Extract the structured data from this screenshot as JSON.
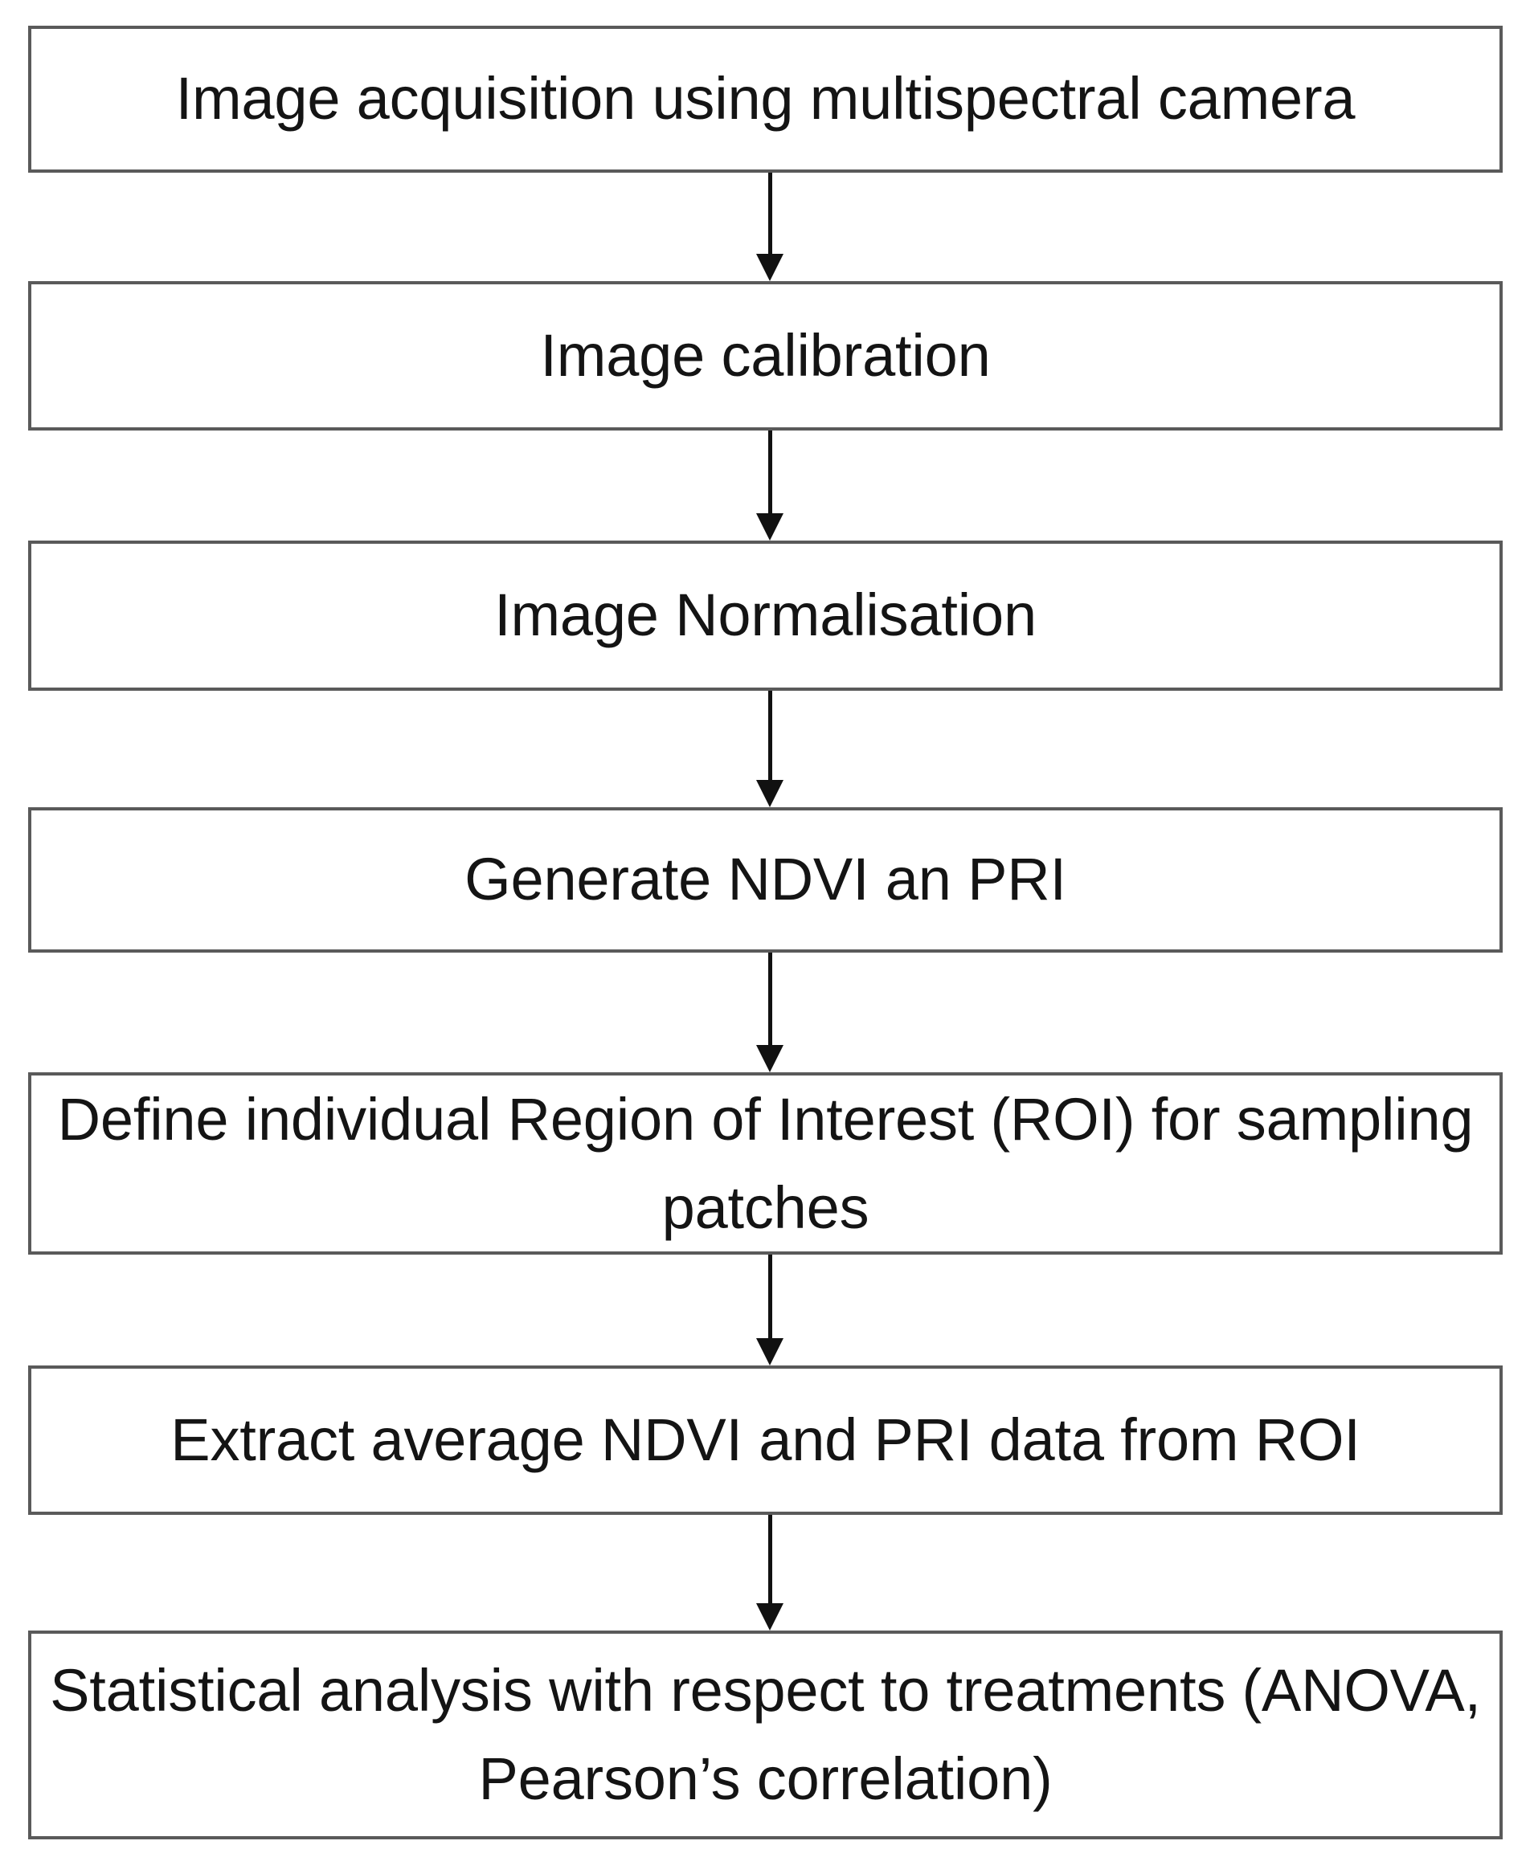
{
  "diagram": {
    "type": "flowchart",
    "orientation": "vertical-top-to-bottom",
    "background_color": "#FFFFFF",
    "box_border_color": "#5A5A5A",
    "box_fill_color": "#FFFFFF",
    "text_color": "#141414",
    "arrow_color": "#111111",
    "nodes": [
      {
        "id": "node-image-acquisition",
        "label": "Image acquisition using multispectral camera",
        "lines": 1
      },
      {
        "id": "node-image-calibration",
        "label": "Image calibration",
        "lines": 1
      },
      {
        "id": "node-image-normalisation",
        "label": "Image Normalisation",
        "lines": 1
      },
      {
        "id": "node-generate-indices",
        "label": "Generate NDVI an PRI",
        "lines": 1
      },
      {
        "id": "node-define-roi",
        "label": "Define individual Region of Interest (ROI) for sampling patches",
        "lines": 2
      },
      {
        "id": "node-extract-data",
        "label": "Extract average NDVI and PRI data from ROI",
        "lines": 1
      },
      {
        "id": "node-statistical-analysis",
        "label": "Statistical analysis with respect to treatments (ANOVA, Pearson’s correlation)",
        "lines": 2
      }
    ],
    "connectors": [
      {
        "id": "arrow-1",
        "from": "node-image-acquisition",
        "to": "node-image-calibration",
        "glyph": "down-arrow"
      },
      {
        "id": "arrow-2",
        "from": "node-image-calibration",
        "to": "node-image-normalisation",
        "glyph": "down-arrow"
      },
      {
        "id": "arrow-3",
        "from": "node-image-normalisation",
        "to": "node-generate-indices",
        "glyph": "down-arrow"
      },
      {
        "id": "arrow-4",
        "from": "node-generate-indices",
        "to": "node-define-roi",
        "glyph": "down-arrow"
      },
      {
        "id": "arrow-5",
        "from": "node-define-roi",
        "to": "node-extract-data",
        "glyph": "down-arrow"
      },
      {
        "id": "arrow-6",
        "from": "node-extract-data",
        "to": "node-statistical-analysis",
        "glyph": "down-arrow"
      }
    ]
  }
}
